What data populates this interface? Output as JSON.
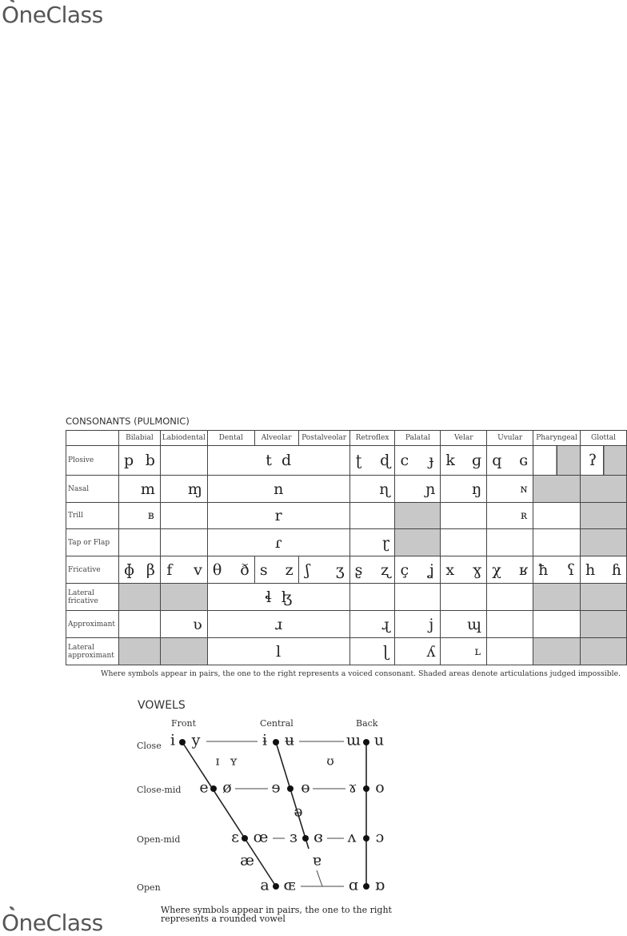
{
  "branding": {
    "logo_text": "OneClass"
  },
  "consonants": {
    "title": "CONSONANTS (PULMONIC)",
    "columns": [
      "",
      "Bilabial",
      "Labiodental",
      "Dental",
      "Alveolar",
      "Postalveolar",
      "Retroflex",
      "Palatal",
      "Velar",
      "Uvular",
      "Pharyngeal",
      "Glottal"
    ],
    "rows": [
      {
        "label": "Plosive"
      },
      {
        "label": "Nasal"
      },
      {
        "label": "Trill"
      },
      {
        "label": "Tap or Flap"
      },
      {
        "label": "Fricative"
      },
      {
        "label": "Lateral fricative"
      },
      {
        "label": "Approximant"
      },
      {
        "label": "Lateral approximant"
      }
    ],
    "symbols": {
      "plosive": {
        "bilabial": [
          "p",
          "b"
        ],
        "alveolar": [
          "t",
          "d"
        ],
        "retroflex": [
          "ʈ",
          "ɖ"
        ],
        "palatal": [
          "c",
          "ɟ"
        ],
        "velar": [
          "k",
          "ɡ"
        ],
        "uvular": [
          "q",
          "ɢ"
        ],
        "glottal": [
          "ʔ"
        ]
      },
      "nasal": {
        "bilabial": "m",
        "labiodental": "ɱ",
        "alveolar": "n",
        "retroflex": "ɳ",
        "palatal": "ɲ",
        "velar": "ŋ",
        "uvular": "ɴ"
      },
      "trill": {
        "bilabial": "ʙ",
        "alveolar": "r",
        "uvular": "ʀ"
      },
      "tap": {
        "alveolar": "ɾ",
        "retroflex": "ɽ"
      },
      "fricative": {
        "bilabial": [
          "ɸ",
          "β"
        ],
        "labiodental": [
          "f",
          "v"
        ],
        "dental": [
          "θ",
          "ð"
        ],
        "alveolar": [
          "s",
          "z"
        ],
        "postalveolar": [
          "ʃ",
          "ʒ"
        ],
        "retroflex": [
          "ʂ",
          "ʐ"
        ],
        "palatal": [
          "ç",
          "ʝ"
        ],
        "velar": [
          "x",
          "ɣ"
        ],
        "uvular": [
          "χ",
          "ʁ"
        ],
        "pharyngeal": [
          "ħ",
          "ʕ"
        ],
        "glottal": [
          "h",
          "ɦ"
        ]
      },
      "lateral_fricative": {
        "alveolar": [
          "ɬ",
          "ɮ"
        ]
      },
      "approximant": {
        "labiodental": "ʋ",
        "alveolar": "ɹ",
        "retroflex": "ɻ",
        "palatal": "j",
        "velar": "ɰ"
      },
      "lateral_approximant": {
        "alveolar": "l",
        "retroflex": "ɭ",
        "palatal": "ʎ",
        "velar": "ʟ"
      }
    },
    "note": "Where symbols appear in pairs, the one to the right represents a voiced consonant. Shaded areas denote articulations judged impossible."
  },
  "vowels": {
    "title": "VOWELS",
    "column_labels": [
      "Front",
      "Central",
      "Back"
    ],
    "row_labels": [
      "Close",
      "Close-mid",
      "Open-mid",
      "Open"
    ],
    "close": {
      "front": [
        "i",
        "y"
      ],
      "central": [
        "ɨ",
        "ʉ"
      ],
      "back": [
        "ɯ",
        "u"
      ],
      "near": [
        "ɪ",
        "ʏ",
        "ʊ"
      ]
    },
    "close_mid": {
      "front": [
        "e",
        "ø"
      ],
      "central": [
        "ɘ",
        "ɵ"
      ],
      "back": [
        "ɤ",
        "o"
      ]
    },
    "mid": {
      "central": "ə"
    },
    "open_mid": {
      "front": [
        "ɛ",
        "œ"
      ],
      "central": [
        "ɜ",
        "ɞ"
      ],
      "back": [
        "ʌ",
        "ɔ"
      ]
    },
    "near_open": {
      "front": "æ",
      "central": "ɐ"
    },
    "open": {
      "front": [
        "a",
        "ɶ"
      ],
      "back": [
        "ɑ",
        "ɒ"
      ]
    },
    "note_line1": "Where symbols appear in pairs, the one to the right",
    "note_line2": "represents a rounded vowel"
  }
}
